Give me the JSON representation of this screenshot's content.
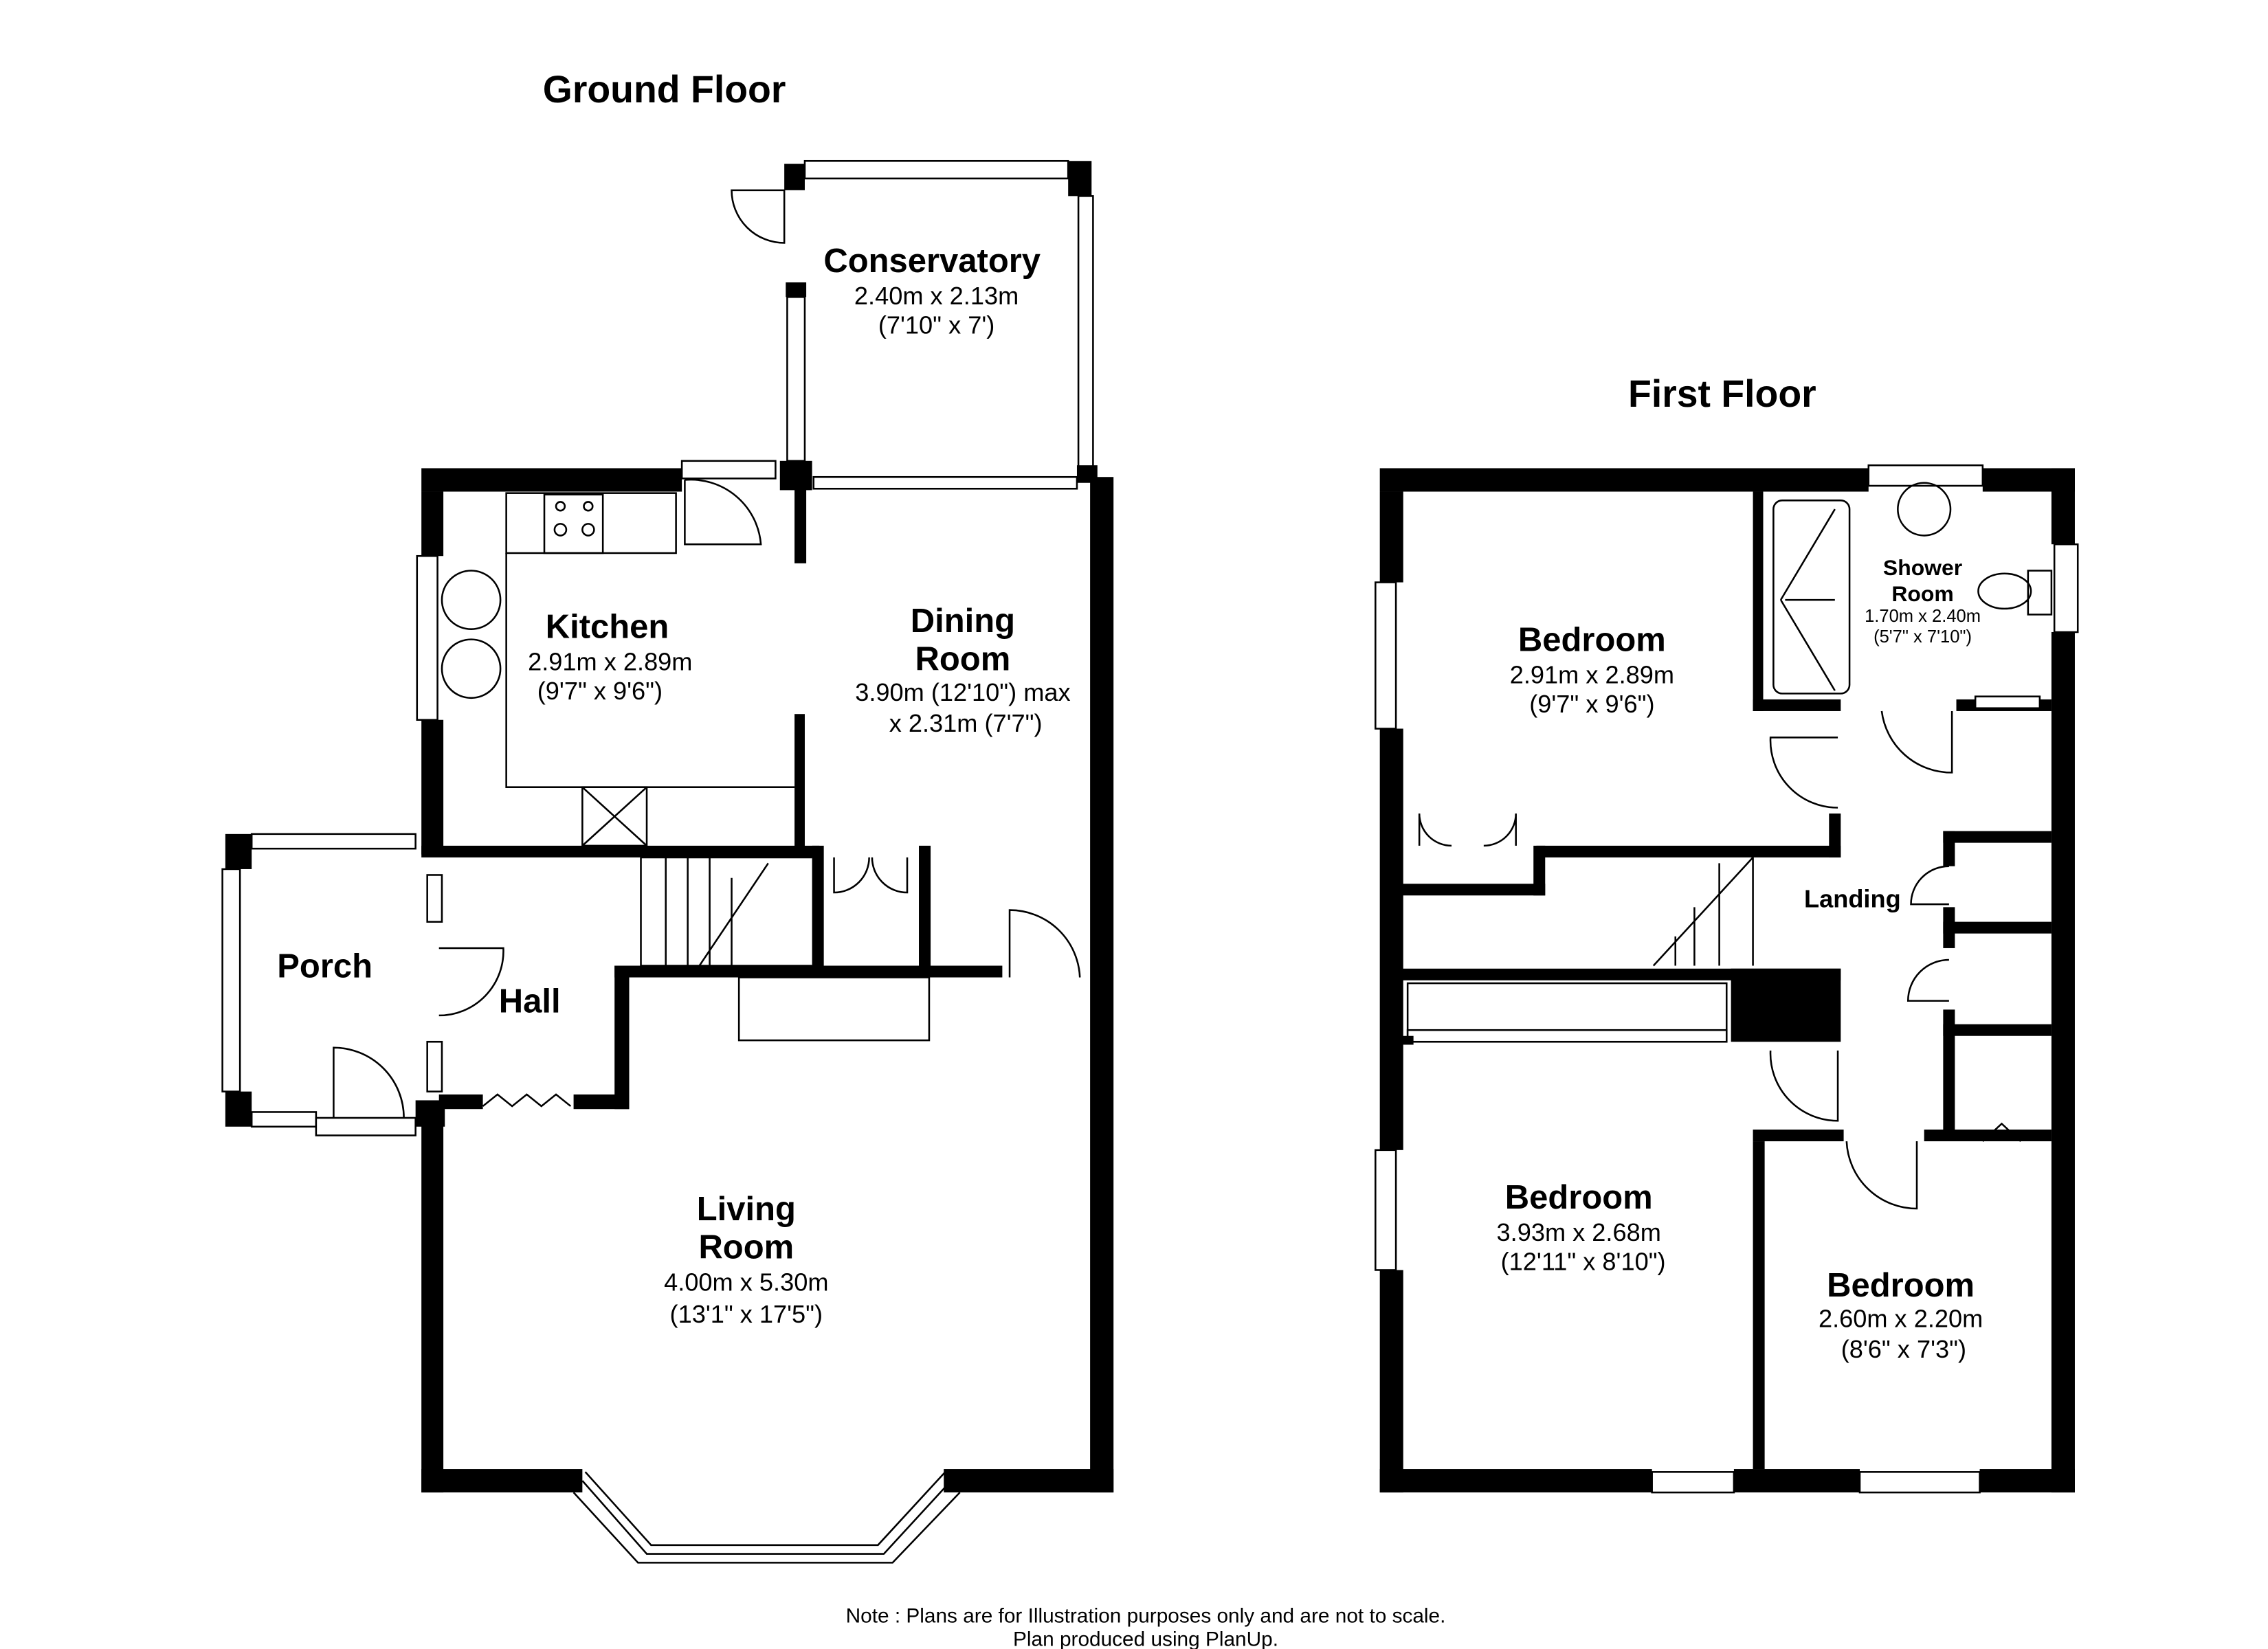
{
  "ground_floor": {
    "title": "Ground Floor",
    "rooms": {
      "conservatory": {
        "name": "Conservatory",
        "metric": "2.40m x 2.13m",
        "imperial": "(7'10\" x 7')"
      },
      "kitchen": {
        "name": "Kitchen",
        "metric": "2.91m x 2.89m",
        "imperial": "(9'7\" x 9'6\")"
      },
      "dining": {
        "name_1": "Dining",
        "name_2": "Room",
        "metric": "3.90m (12'10\") max",
        "imperial": "x 2.31m (7'7\")"
      },
      "porch": {
        "name": "Porch"
      },
      "hall": {
        "name": "Hall"
      },
      "living": {
        "name_1": "Living",
        "name_2": "Room",
        "metric": "4.00m x 5.30m",
        "imperial": "(13'1\" x 17'5\")"
      }
    }
  },
  "first_floor": {
    "title": "First Floor",
    "rooms": {
      "bedroom_1": {
        "name": "Bedroom",
        "metric": "2.91m x 2.89m",
        "imperial": "(9'7\" x 9'6\")"
      },
      "shower": {
        "name_1": "Shower",
        "name_2": "Room",
        "metric": "1.70m x 2.40m",
        "imperial": "(5'7\" x 7'10\")"
      },
      "landing": {
        "name": "Landing"
      },
      "bedroom_2": {
        "name": "Bedroom",
        "metric": "3.93m x 2.68m",
        "imperial": "(12'11\" x 8'10\")"
      },
      "bedroom_3": {
        "name": "Bedroom",
        "metric": "2.60m x 2.20m",
        "imperial": "(8'6\" x 7'3\")"
      }
    }
  },
  "footer": {
    "note": "Note : Plans are for Illustration purposes only and are not to scale.",
    "credit": "Plan produced using PlanUp."
  }
}
